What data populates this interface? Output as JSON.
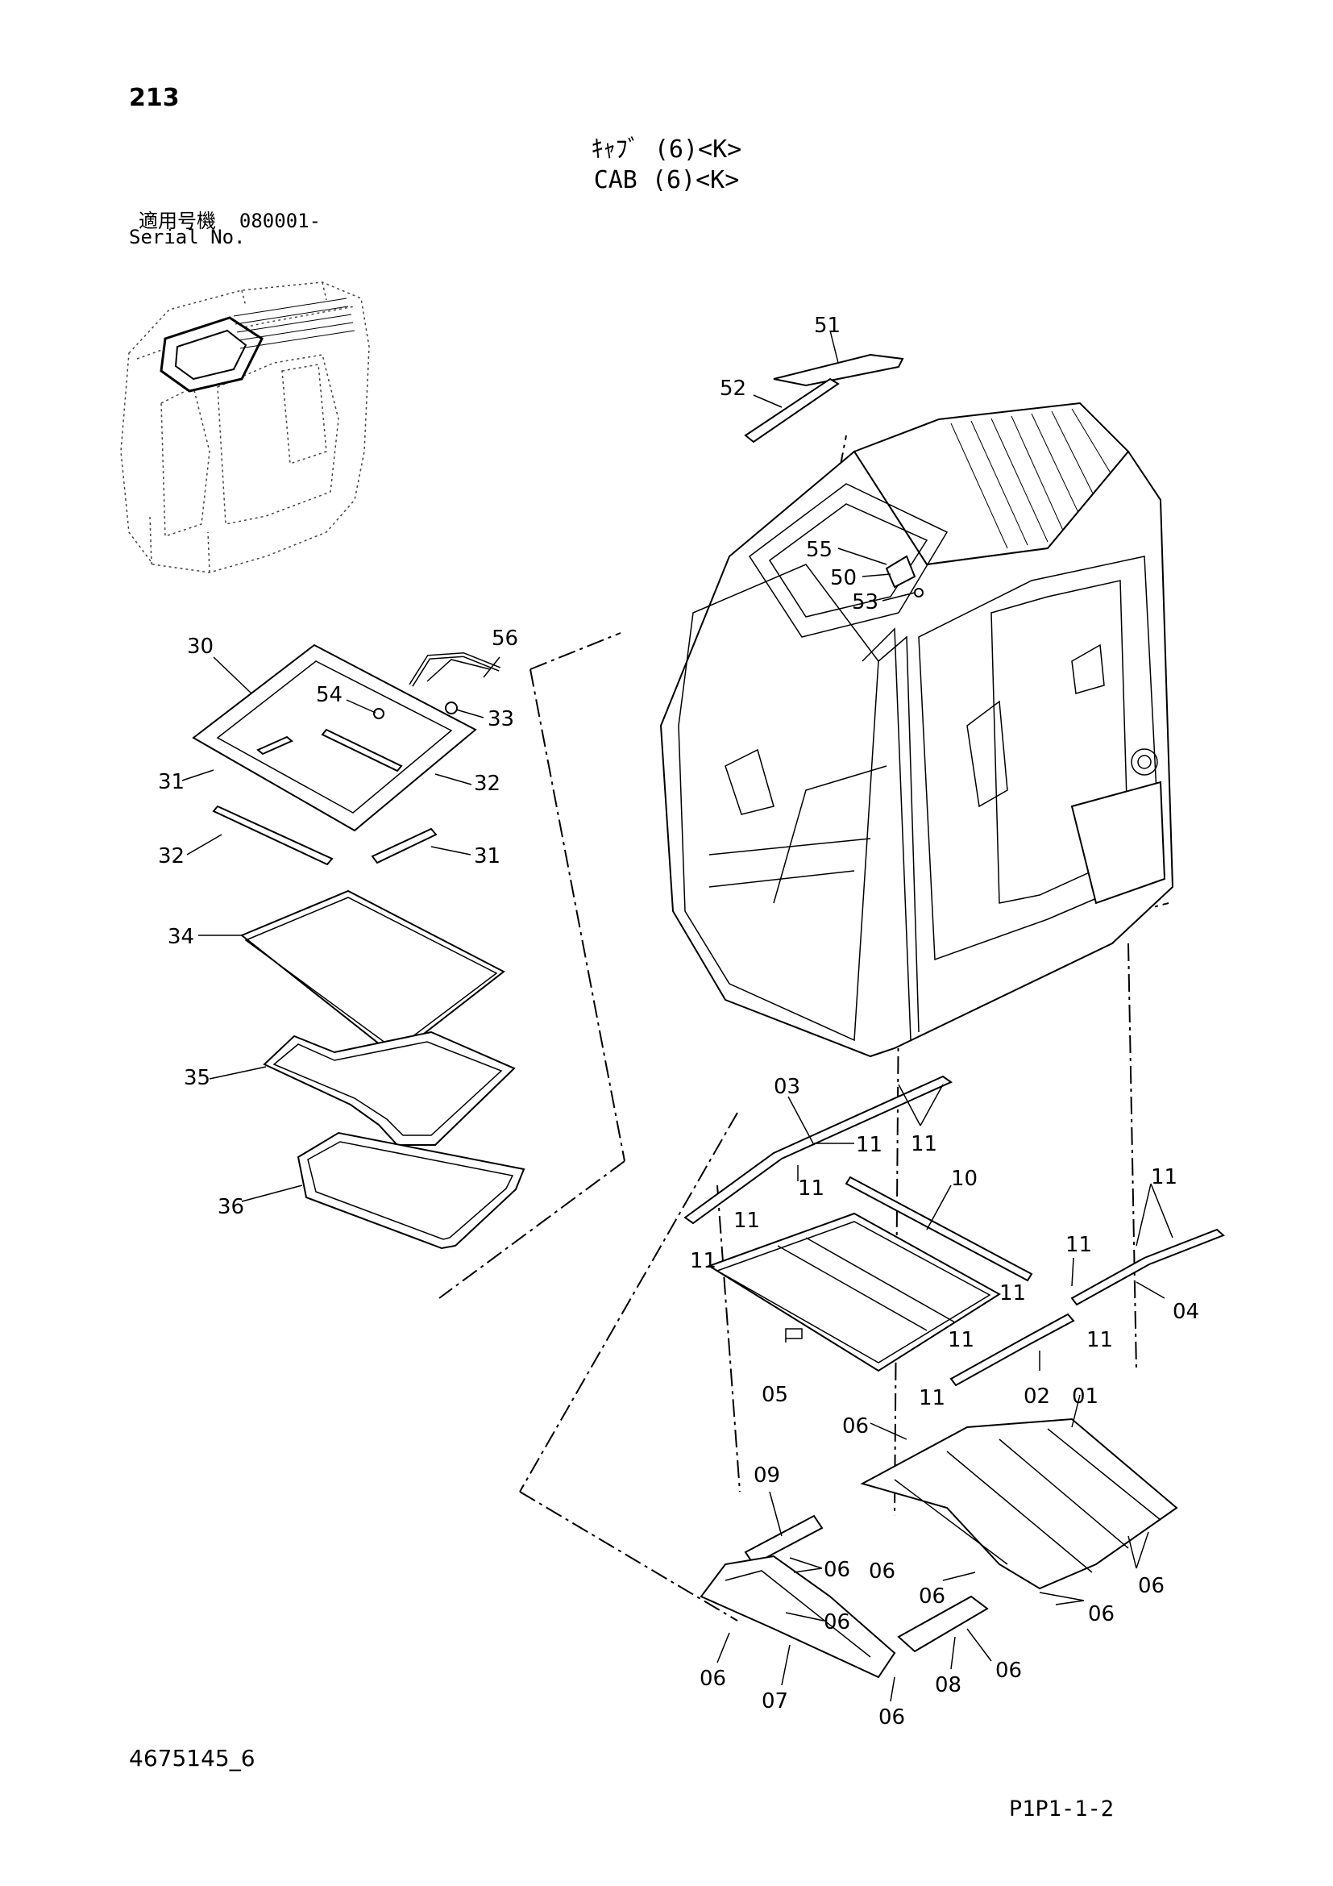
{
  "header": {
    "page_number": "213",
    "title_jp": "ｷｬﾌﾞ (6)<K>",
    "title_en": "CAB (6)<K>",
    "serial_label_jp": "適用号機",
    "serial_value": "080001-",
    "serial_label_en": "Serial No."
  },
  "footer": {
    "document_number": "4675145_6",
    "page_code": "P1P1-1-2"
  },
  "callouts": {
    "c51": "51",
    "c52": "52",
    "c55": "55",
    "c50": "50",
    "c53": "53",
    "c30": "30",
    "c56": "56",
    "c54": "54",
    "c33": "33",
    "c31a": "31",
    "c32a": "32",
    "c32b": "32",
    "c31b": "31",
    "c34": "34",
    "c35": "35",
    "c36": "36",
    "c03": "03",
    "c11a": "11",
    "c11b": "11",
    "c11c": "11",
    "c11d": "11",
    "c11e": "11",
    "c10": "10",
    "c11f": "11",
    "c11g": "11",
    "c04": "04",
    "c11h": "11",
    "c11i": "11",
    "c11j": "11",
    "c11k": "11",
    "c05": "05",
    "c02": "02",
    "c01": "01",
    "c06a": "06",
    "c09": "09",
    "c06b": "06",
    "c06c": "06",
    "c06d": "06",
    "c06e": "06",
    "c06f": "06",
    "c06g": "06",
    "c06h": "06",
    "c06i": "06",
    "c07": "07",
    "c08": "08",
    "c06j": "06"
  }
}
